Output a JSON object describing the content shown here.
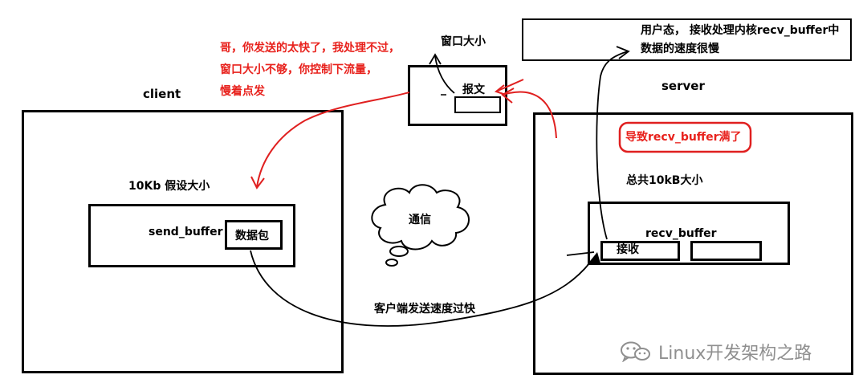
{
  "labels": {
    "client": "client",
    "server": "server",
    "window_size": "窗口大小",
    "packet_msg": "报文",
    "complaint_line1": "哥，你发送的太快了，我处理不过，",
    "complaint_line2": "窗口大小不够，你控制下流量，",
    "complaint_line3": "慢着点发",
    "user_mode_line1": "用户态， 接收处理内核recv_buffer中",
    "user_mode_line2": "数据的速度很慢",
    "recv_full": "导致recv_buffer满了",
    "client_size": "10Kb  假设大小",
    "server_size": "总共10kB大小",
    "send_buffer": "send_buffer",
    "data_packet": "数据包",
    "communication": "通信",
    "recv_buffer": "recv_buffer",
    "receive": "接收",
    "fast_send": "客户端发送速度过快"
  },
  "watermark": {
    "text": "Linux开发架构之路",
    "icon": "wechat-icon"
  },
  "colors": {
    "red_text": "#e8211c",
    "red_arrow": "#e02020",
    "ink": "#000000",
    "watermark": "#8f8f8f"
  }
}
